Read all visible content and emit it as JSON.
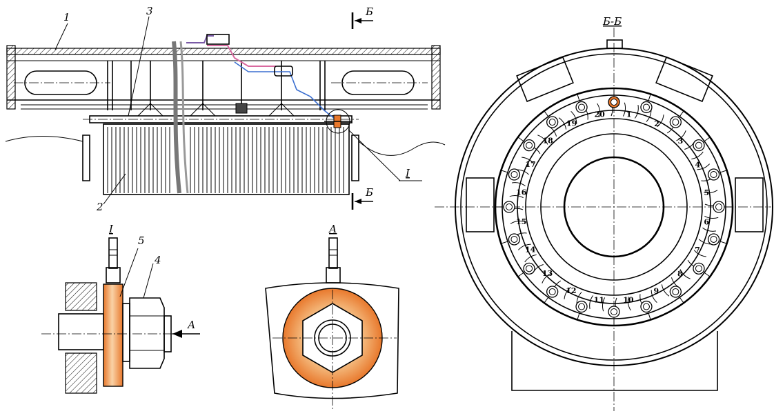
{
  "labels": {
    "part1": "1",
    "part2": "2",
    "part3": "3",
    "part4": "4",
    "part5": "5",
    "section_arrow_top": "Б",
    "section_arrow_bottom": "Б",
    "view_mark_a": "А",
    "detail_callout": "I",
    "detail_title": "I",
    "view_title_a": "А",
    "section_title": "Б-Б"
  },
  "bolt_numbers": [
    "1",
    "2",
    "3",
    "4",
    "5",
    "6",
    "7",
    "8",
    "9",
    "10",
    "11",
    "12",
    "13",
    "14",
    "15",
    "16",
    "17",
    "18",
    "19",
    "20"
  ],
  "highlighted_bolt": "1",
  "colors": {
    "highlight_orange": "#e8782c",
    "highlight_light": "#f6c48a",
    "cable_purple": "#7a5aa6",
    "cable_blue": "#3b6fd0",
    "cable_pink": "#d96aa0",
    "line": "#000000"
  }
}
